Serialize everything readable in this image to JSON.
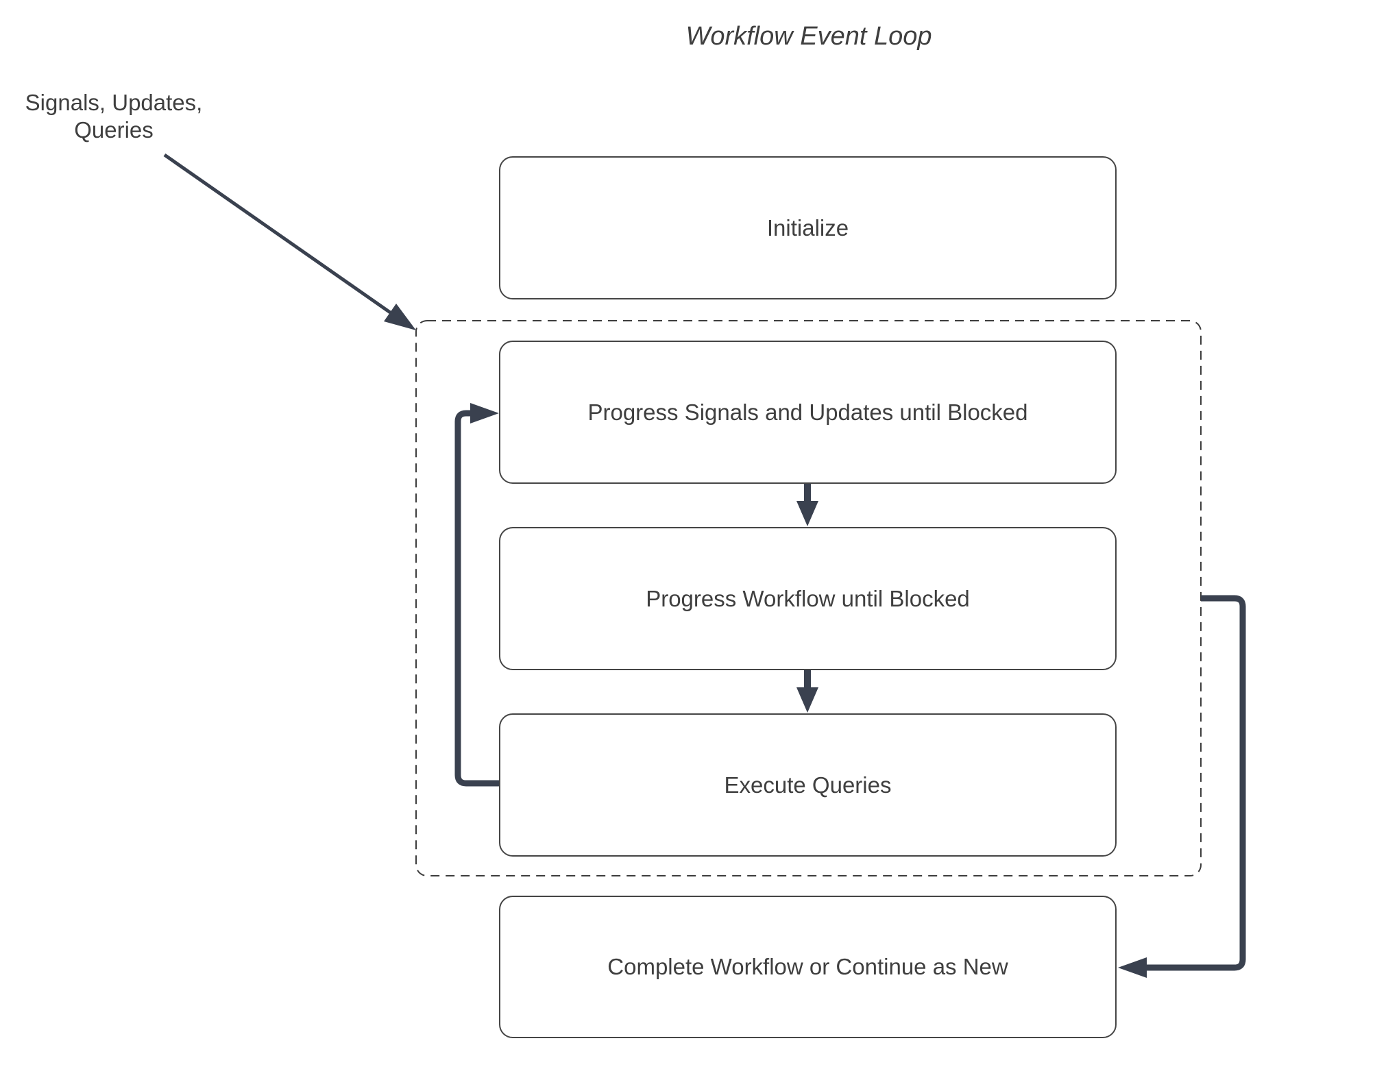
{
  "title": "Workflow Event Loop",
  "diagram": {
    "input_label": "Signals, Updates,\nQueries",
    "nodes": {
      "initialize": "Initialize",
      "progress_signals": "Progress Signals and Updates until Blocked",
      "progress_workflow": "Progress Workflow until Blocked",
      "execute_queries": "Execute Queries",
      "complete": "Complete Workflow or Continue as New"
    },
    "colors": {
      "arrow": "#3a414f",
      "node_border": "#454545",
      "dashed_border": "#3c3c3c",
      "text": "#3f3f3f",
      "background": "#ffffff"
    }
  }
}
